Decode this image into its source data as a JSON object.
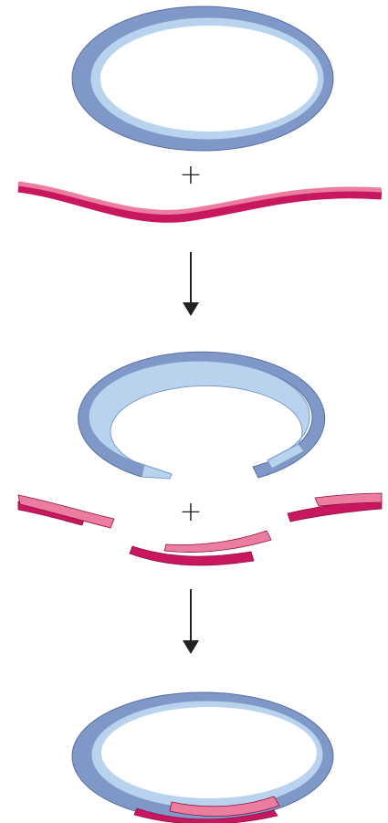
{
  "diagram": {
    "colors": {
      "outer_strand": "#7f98c8",
      "outer_strand_edge": "#5a6f9d",
      "inner_strand": "#b9d3ef",
      "inner_strand_edge": "#7d9cc5",
      "insert_dark": "#c8175f",
      "insert_light": "#ec7d9e",
      "insert_edge": "#8e1242",
      "symbol": "#222222"
    },
    "symbols": {
      "plus": "+"
    },
    "steps": [
      {
        "name": "intact-plasmid-plus-dna"
      },
      {
        "name": "cut-plasmid-plus-fragments"
      },
      {
        "name": "recombinant-plasmid"
      }
    ]
  }
}
